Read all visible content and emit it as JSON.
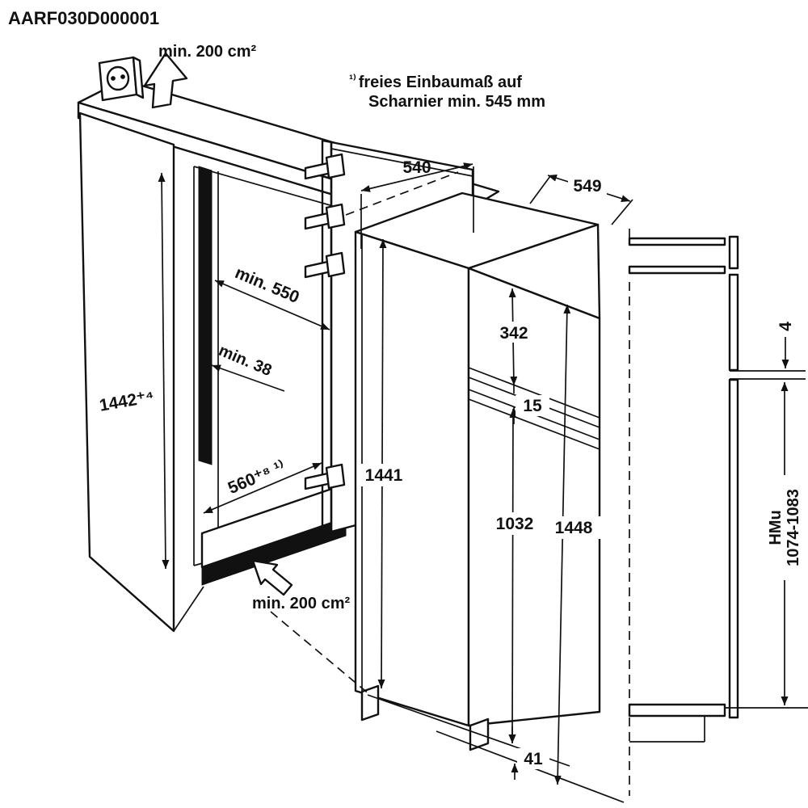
{
  "drawing": {
    "title": "AARF030D000001"
  },
  "note": {
    "sup": "¹⁾",
    "line1": "freies Einbaumaß auf",
    "line2": "Scharnier min. 545 mm"
  },
  "vents": {
    "top": "min. 200 cm²",
    "bottom": "min. 200 cm²"
  },
  "dims": {
    "door_width": "540",
    "appliance_depth": "549",
    "niche_depth": "min. 550",
    "rear_gap": "min. 38",
    "niche_height": "1442⁺⁴",
    "niche_width": "560⁺⁸ ¹⁾",
    "freezer_door_height": "342",
    "door_split_gap": "15",
    "appliance_height": "1441",
    "lower_door_height": "1032",
    "overall_height": "1448",
    "plinth_height": "41",
    "panel_gap": "4",
    "hmu_label": "HMu",
    "hmu_range": "1074-1083"
  }
}
